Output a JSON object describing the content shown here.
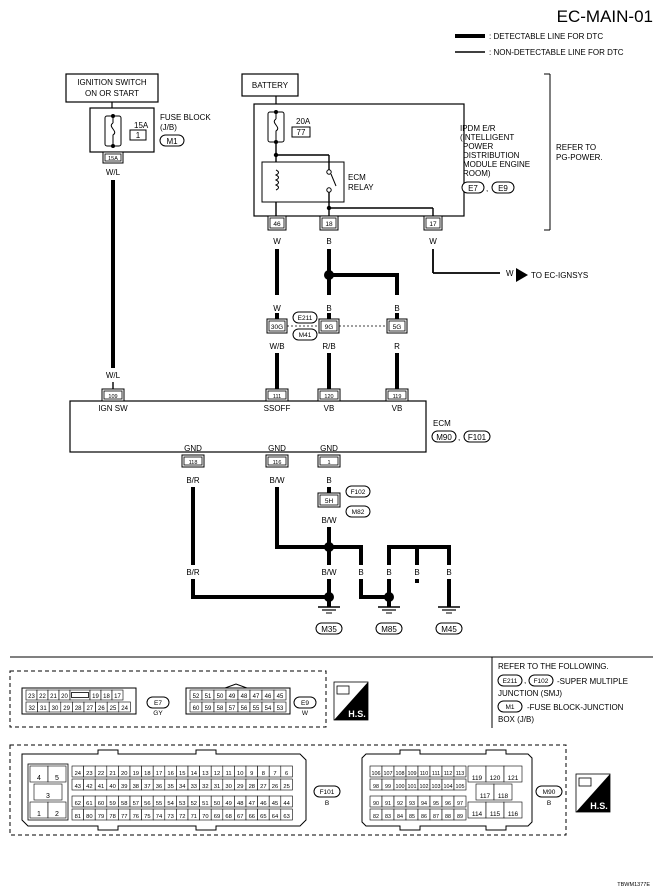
{
  "title": "EC-MAIN-01",
  "legend": {
    "detectable": ": DETECTABLE LINE FOR DTC",
    "non_detectable": ": NON-DETECTABLE LINE FOR DTC"
  },
  "ignition_switch": {
    "line1": "IGNITION SWITCH",
    "line2": "ON OR START"
  },
  "fuse_block": {
    "line1": "FUSE BLOCK",
    "line2": "(J/B)",
    "conn": "M1",
    "fuse": "15A",
    "num": "1",
    "term": "15A"
  },
  "battery": "BATTERY",
  "ipdm": {
    "fuse": "20A",
    "num": "77",
    "lines": [
      "IPDM E/R",
      "(INTELLIGENT",
      "POWER",
      "DISTRIBUTION",
      "MODULE ENGINE",
      "ROOM)"
    ],
    "conn1": "E7",
    "conn2": "E9",
    "relay1": "ECM",
    "relay2": "RELAY",
    "t46": "46",
    "t18": "18",
    "t17": "17"
  },
  "refer_pg": {
    "line1": "REFER TO",
    "line2": "PG-POWER."
  },
  "wires": {
    "wl": "W/L",
    "w": "W",
    "b": "B",
    "wb": "W/B",
    "rb": "R/B",
    "r": "R",
    "br": "B/R",
    "bw": "B/W"
  },
  "to_ignsys": "TO EC-IGNSYS",
  "junction": {
    "e211": "E211",
    "m41": "M41",
    "t30g": "30G",
    "t9g": "9G",
    "t5g": "5G"
  },
  "ecm": {
    "label": "ECM",
    "conn1": "M90",
    "conn2": "F101",
    "t109": "109",
    "t111": "111",
    "t120": "120",
    "t119": "119",
    "t118": "118",
    "t116": "116",
    "t1": "1",
    "ign": "IGN SW",
    "ssoff": "SSOFF",
    "vb": "VB",
    "gnd": "GND"
  },
  "f102": {
    "conn": "F102",
    "conn2": "M82",
    "term": "5H"
  },
  "grounds": [
    "M35",
    "M85",
    "M45"
  ],
  "refer_following": {
    "title": "REFER TO THE FOLLOWING.",
    "smj_conn1": "E211",
    "smj_conn2": "F102",
    "smj_text": "-SUPER MULTIPLE",
    "smj_text2": "JUNCTION (SMJ)",
    "fb_conn": "M1",
    "fb_text": "-FUSE BLOCK-JUNCTION",
    "fb_text2": "BOX (J/B)"
  },
  "e7_connector": {
    "name": "E7",
    "color": "GY",
    "row1": [
      "23",
      "22",
      "21",
      "20",
      "",
      "19",
      "18",
      "17"
    ],
    "row2": [
      "32",
      "31",
      "30",
      "29",
      "28",
      "27",
      "26",
      "25",
      "24"
    ]
  },
  "e9_connector": {
    "name": "E9",
    "color": "W",
    "row1": [
      "52",
      "51",
      "50",
      "49",
      "48",
      "47",
      "46",
      "45"
    ],
    "row2": [
      "60",
      "59",
      "58",
      "57",
      "56",
      "55",
      "54",
      "53"
    ]
  },
  "hs": "H.S.",
  "f101_connector": {
    "name": "F101",
    "color": "B",
    "rows": [
      [
        "24",
        "23",
        "22",
        "21",
        "20",
        "19",
        "18",
        "17",
        "16",
        "15",
        "14",
        "13",
        "12",
        "11",
        "10",
        "9",
        "8",
        "7",
        "6"
      ],
      [
        "43",
        "42",
        "41",
        "40",
        "39",
        "38",
        "37",
        "36",
        "35",
        "34",
        "33",
        "32",
        "31",
        "30",
        "29",
        "28",
        "27",
        "26",
        "25"
      ],
      [
        "62",
        "61",
        "60",
        "59",
        "58",
        "57",
        "56",
        "55",
        "54",
        "53",
        "52",
        "51",
        "50",
        "49",
        "48",
        "47",
        "46",
        "45",
        "44"
      ],
      [
        "81",
        "80",
        "79",
        "78",
        "77",
        "76",
        "75",
        "74",
        "73",
        "72",
        "71",
        "70",
        "69",
        "68",
        "67",
        "66",
        "65",
        "64",
        "63"
      ]
    ],
    "big": [
      "4",
      "5",
      "3",
      "1",
      "2"
    ]
  },
  "m90_connector": {
    "name": "M90",
    "color": "B",
    "rows": [
      [
        "106",
        "107",
        "108",
        "109",
        "110",
        "111",
        "112",
        "113"
      ],
      [
        "98",
        "99",
        "100",
        "101",
        "102",
        "103",
        "104",
        "105"
      ],
      [
        "90",
        "91",
        "92",
        "93",
        "94",
        "95",
        "96",
        "97"
      ],
      [
        "82",
        "83",
        "84",
        "85",
        "86",
        "87",
        "88",
        "89"
      ]
    ],
    "big": [
      "119",
      "120",
      "121",
      "117",
      "118",
      "114",
      "115",
      "116"
    ]
  },
  "footer_code": "TBWM1377E"
}
